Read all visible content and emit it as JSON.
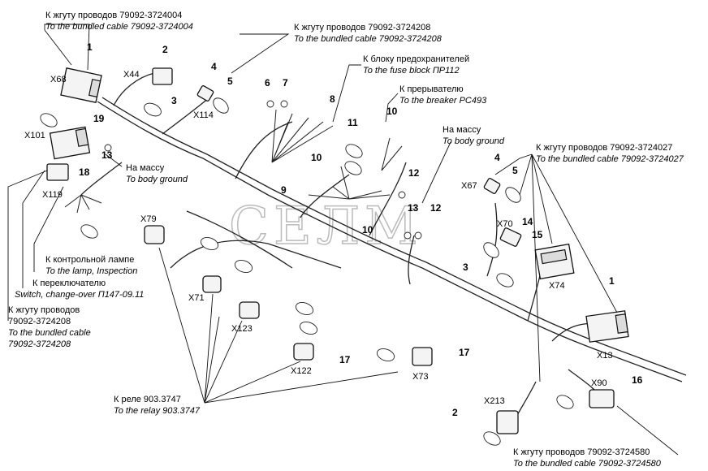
{
  "watermark": "СЕЛМ",
  "callouts": [
    {
      "ru": "К жгуту проводов 79092-3724004",
      "en": "To the bundled cable 79092-3724004"
    },
    {
      "ru": "К жгуту проводов 79092-3724208",
      "en": "To the bundled cable 79092-3724208"
    },
    {
      "ru": "К блоку предохранителей",
      "en": "To the fuse block ПР112"
    },
    {
      "ru": "К прерывателю",
      "en": "To the breaker PC493"
    },
    {
      "ru": "На массу",
      "en": "To body ground"
    },
    {
      "ru": "К жгуту проводов 79092-3724027",
      "en": "To the bundled cable 79092-3724027"
    },
    {
      "ru": "На массу",
      "en": "To body ground"
    },
    {
      "ru": "К контрольной лампе",
      "en": "To the lamp, Inspection"
    },
    {
      "ru": "К переключателю",
      "en": "Switch, change-over П147-09.11"
    },
    {
      "ru": "К жгуту проводов",
      "ru2": "79092-3724208",
      "en": "To the bundled cable",
      "en2": "79092-3724208"
    },
    {
      "ru": "К реле 903.3747",
      "en": "To the relay 903.3747"
    },
    {
      "ru": "К жгуту проводов 79092-3724580",
      "en": "To the bundled cable 79092-3724580"
    }
  ],
  "connectors": [
    "X68",
    "X44",
    "X101",
    "X119",
    "X114",
    "X79",
    "X71",
    "X123",
    "X122",
    "X73",
    "X67",
    "X70",
    "X74",
    "X13",
    "X90",
    "X213"
  ],
  "part_numbers": [
    "1",
    "2",
    "3",
    "4",
    "5",
    "6",
    "7",
    "8",
    "9",
    "10",
    "11",
    "12",
    "13",
    "14",
    "15",
    "16",
    "17",
    "18",
    "19"
  ]
}
